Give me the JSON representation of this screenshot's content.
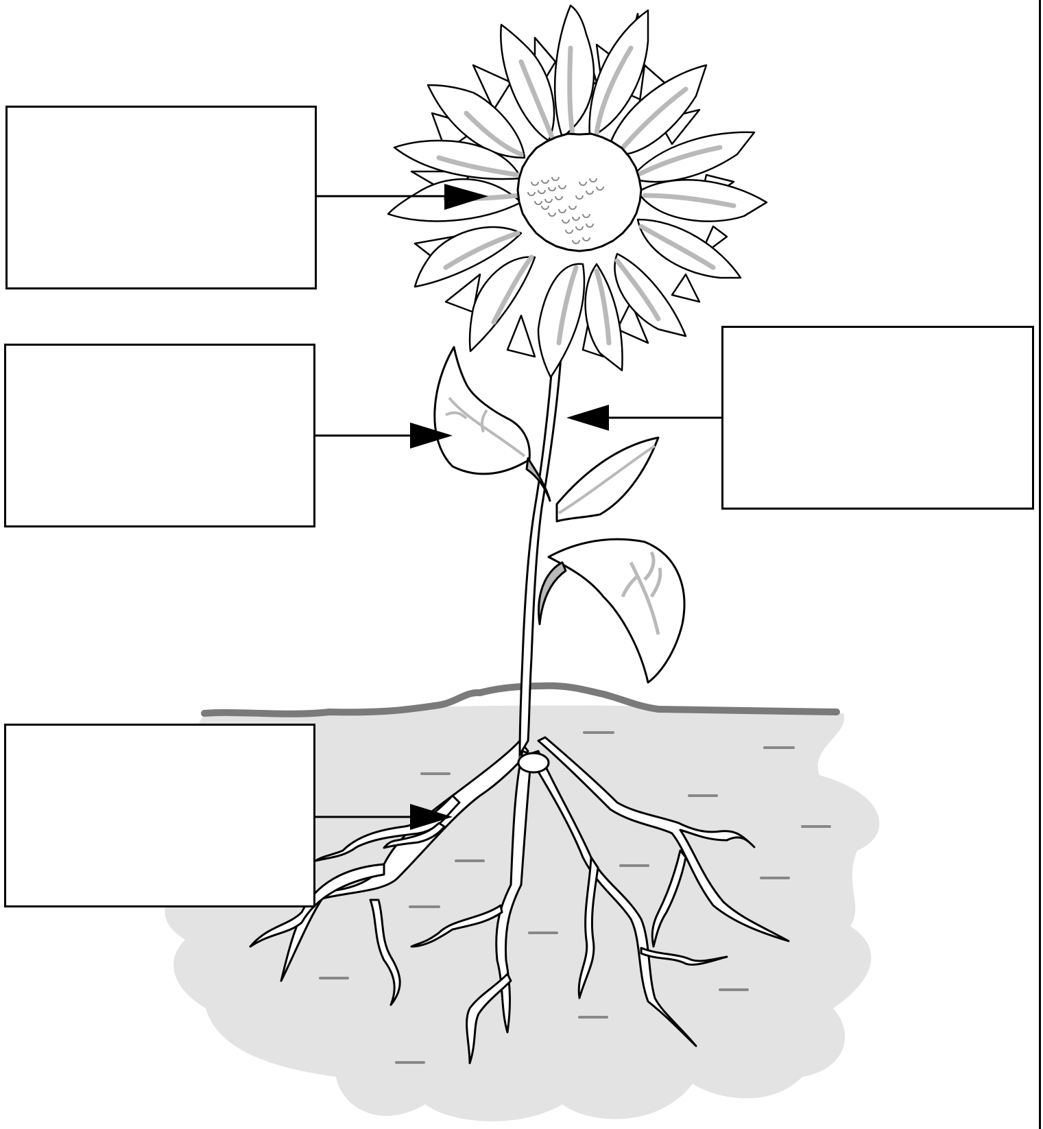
{
  "title": "",
  "colors": {
    "outline": "#000000",
    "soil": "#e3e3e3",
    "soil_surface": "#7a7a7a",
    "soil_dash": "#888888",
    "vein": "#b9b9b9",
    "petal": "#ffffff"
  },
  "label_boxes": [
    {
      "id": "flower",
      "target": "flower",
      "text": ""
    },
    {
      "id": "leaf",
      "target": "leaf",
      "text": ""
    },
    {
      "id": "stem",
      "target": "stem",
      "text": ""
    },
    {
      "id": "root",
      "target": "roots",
      "text": ""
    }
  ],
  "icons": [
    "arrowhead-icon"
  ]
}
